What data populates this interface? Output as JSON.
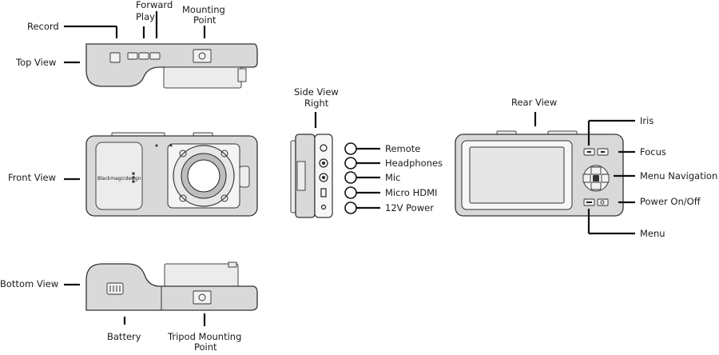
{
  "labels": {
    "record": "Record",
    "forward": "Forward",
    "play": "Play",
    "mounting_point_1": "Mounting",
    "mounting_point_2": "Point",
    "top_view": "Top View",
    "front_view": "Front View",
    "bottom_view": "Bottom View",
    "battery": "Battery",
    "tripod_1": "Tripod Mounting",
    "tripod_2": "Point",
    "side_view_1": "Side View",
    "side_view_2": "Right",
    "rear_view": "Rear View",
    "remote": "Remote",
    "headphones": "Headphones",
    "mic": "Mic",
    "micro_hdmi": "Micro HDMI",
    "power_12v": "12V Power",
    "iris": "Iris",
    "focus": "Focus",
    "menu_navigation": "Menu Navigation",
    "power_onoff": "Power On/Off",
    "menu": "Menu"
  },
  "brand_text": "Blackmagicdesign",
  "colors": {
    "body": "#d9d9d9",
    "line": "#111111"
  }
}
